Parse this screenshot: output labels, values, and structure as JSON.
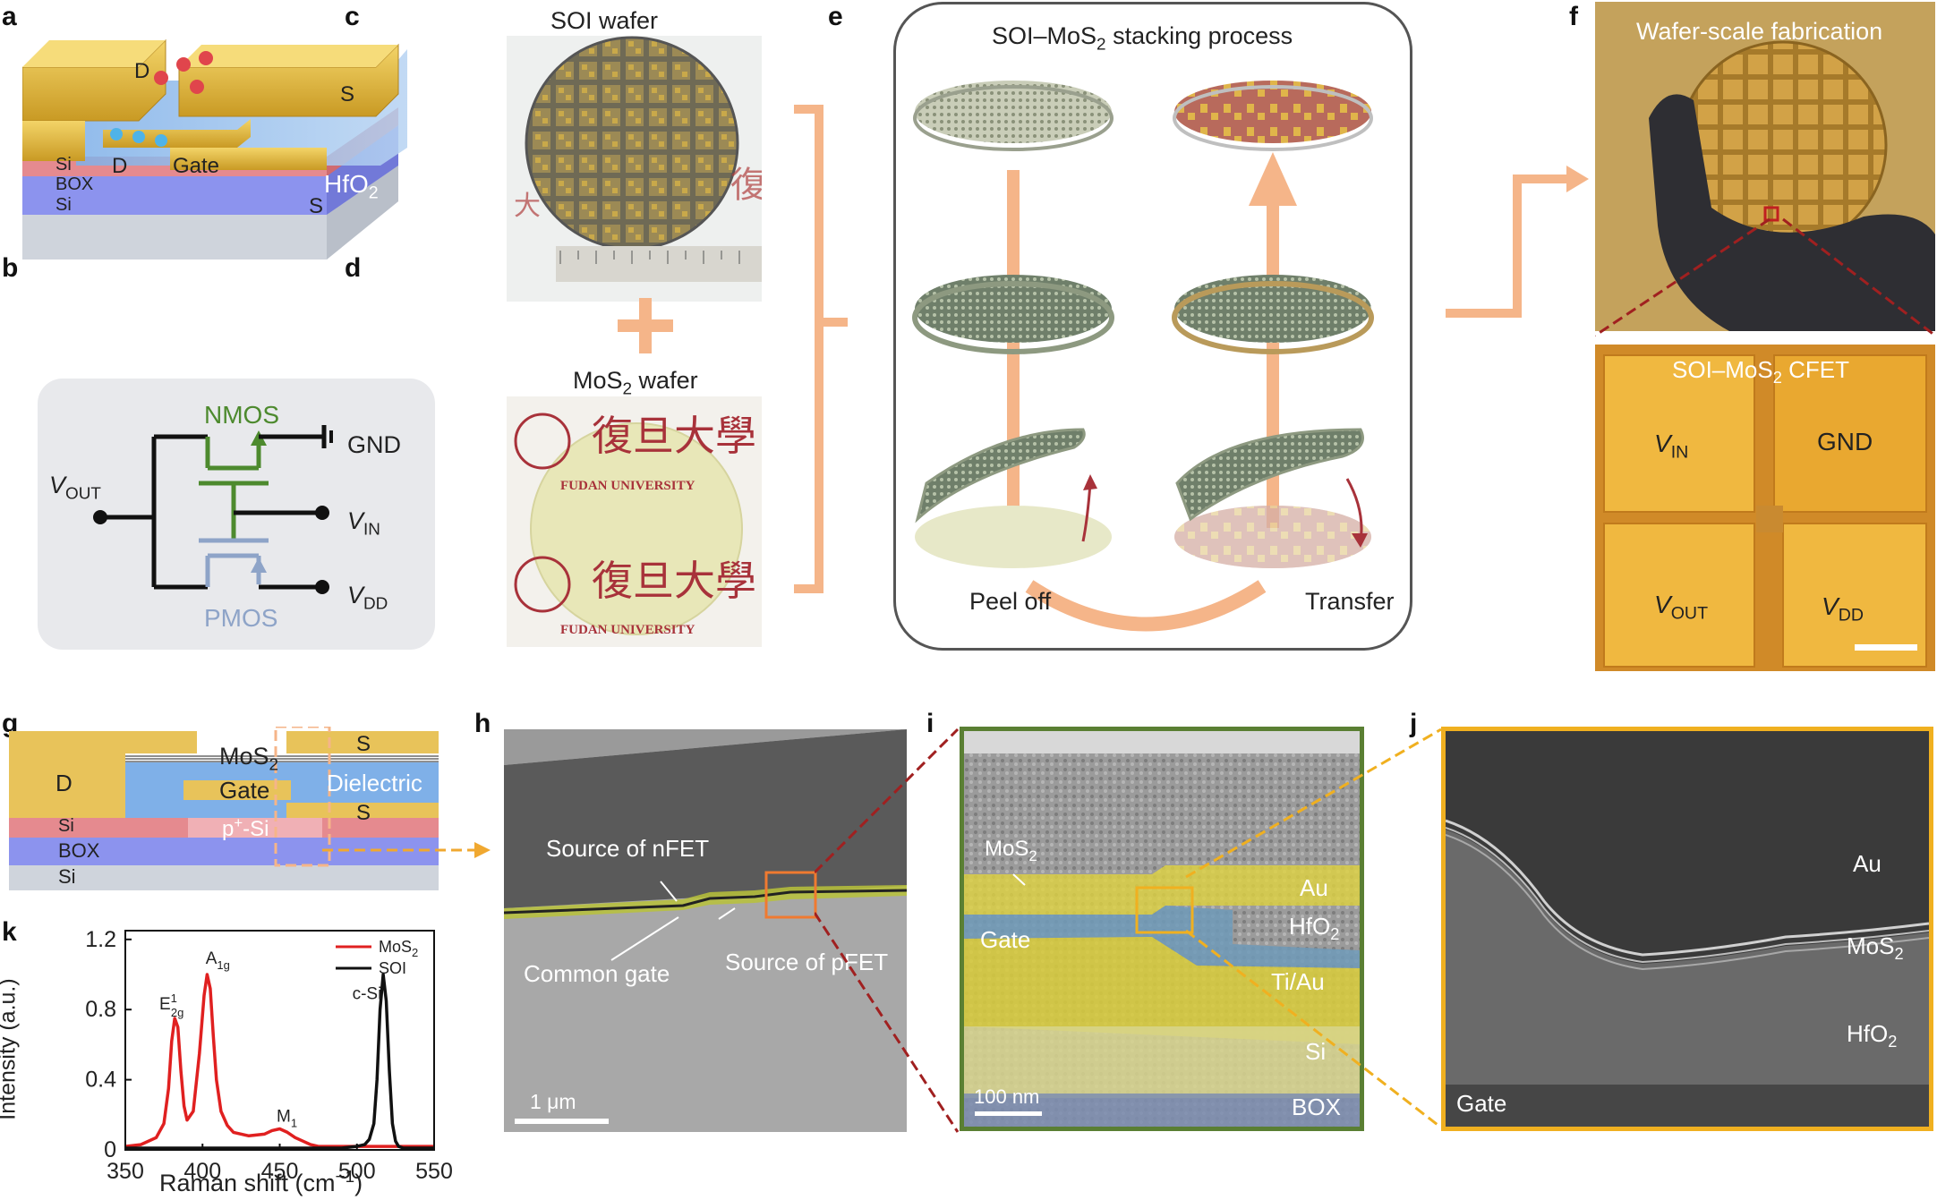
{
  "panels": {
    "a": "a",
    "b": "b",
    "c": "c",
    "d": "d",
    "e": "e",
    "f": "f",
    "g": "g",
    "h": "h",
    "i": "i",
    "j": "j",
    "k": "k"
  },
  "panel_a": {
    "labels": {
      "d_top": "D",
      "s_top": "S",
      "d_mid": "D",
      "gate": "Gate",
      "s_low": "S",
      "hfo2": "HfO",
      "hfo2_sub": "2",
      "si1": "Si",
      "box": "BOX",
      "si2": "Si"
    }
  },
  "panel_b": {
    "nmos": "NMOS",
    "pmos": "PMOS",
    "gnd": "GND",
    "vout": "V",
    "vout_sub": "OUT",
    "vin": "V",
    "vin_sub": "IN",
    "vdd": "V",
    "vdd_sub": "DD",
    "colors": {
      "nmos": "#4d8a2e",
      "pmos": "#8ea4c8"
    }
  },
  "panel_c": {
    "title": "SOI wafer"
  },
  "panel_d": {
    "title_main": "MoS",
    "title_sub": "2",
    "title_rest": " wafer",
    "stamp": "FUDAN UNIVERSITY"
  },
  "panel_e": {
    "title_main": "SOI–MoS",
    "title_sub": "2",
    "title_rest": " stacking process",
    "peel": "Peel off",
    "transfer": "Transfer"
  },
  "panel_f": {
    "title": "Wafer-scale fabrication",
    "device_main": "SOI–MoS",
    "device_sub": "2",
    "device_rest": " CFET",
    "vin": "V",
    "vin_sub": "IN",
    "gnd": "GND",
    "vout": "V",
    "vout_sub": "OUT",
    "vdd": "V",
    "vdd_sub": "DD"
  },
  "panel_g": {
    "d": "D",
    "s_top": "S",
    "mos2": "MoS",
    "mos2_sub": "2",
    "gate": "Gate",
    "dielectric": "Dielectric",
    "s_low": "S",
    "si": "Si",
    "psi": "p",
    "psi_sup": "+",
    "psi_rest": "-Si",
    "box": "BOX",
    "si2": "Si"
  },
  "panel_h": {
    "source_n": "Source of nFET",
    "common_gate": "Common gate",
    "source_p": "Source of pFET",
    "scale": "1 μm"
  },
  "panel_i": {
    "mos2": "MoS",
    "mos2_sub": "2",
    "au": "Au",
    "gate": "Gate",
    "hfo2": "HfO",
    "hfo2_sub": "2",
    "tiau": "Ti/Au",
    "si": "Si",
    "box": "BOX",
    "scale": "100 nm"
  },
  "panel_j": {
    "au": "Au",
    "mos2": "MoS",
    "mos2_sub": "2",
    "hfo2": "HfO",
    "hfo2_sub": "2",
    "gate": "Gate"
  },
  "chart_data": {
    "type": "line",
    "xlabel": "Raman shift (cm",
    "xlabel_sup": "−1",
    "xlabel_end": ")",
    "ylabel": "Intensity (a.u.)",
    "xlim": [
      350,
      550
    ],
    "ylim": [
      0,
      1.25
    ],
    "xticks": [
      350,
      400,
      450,
      500,
      550
    ],
    "yticks": [
      0,
      0.4,
      0.8,
      1.2
    ],
    "legend_position": "top-right",
    "series": [
      {
        "name": "MoS",
        "name_sub": "2",
        "color": "#e02020",
        "x": [
          350,
          360,
          370,
          375,
          378,
          380,
          382,
          384,
          386,
          388,
          390,
          394,
          398,
          401,
          403,
          405,
          407,
          409,
          412,
          416,
          420,
          430,
          440,
          445,
          450,
          455,
          460,
          465,
          470,
          475,
          480,
          490,
          500,
          510,
          515,
          518,
          520,
          525,
          530,
          540,
          550
        ],
        "y": [
          0.02,
          0.03,
          0.07,
          0.15,
          0.35,
          0.62,
          0.75,
          0.7,
          0.45,
          0.25,
          0.17,
          0.22,
          0.55,
          0.88,
          1.0,
          0.92,
          0.65,
          0.4,
          0.22,
          0.14,
          0.1,
          0.08,
          0.09,
          0.11,
          0.12,
          0.1,
          0.07,
          0.05,
          0.03,
          0.02,
          0.02,
          0.02,
          0.02,
          0.02,
          0.02,
          0.02,
          0.02,
          0.02,
          0.02,
          0.02,
          0.02
        ]
      },
      {
        "name": "SOI",
        "name_sub": "",
        "color": "#111111",
        "x": [
          350,
          400,
          450,
          490,
          500,
          505,
          508,
          511,
          513,
          515,
          517,
          519,
          521,
          523,
          525,
          527,
          530,
          535,
          540,
          550
        ],
        "y": [
          0.01,
          0.01,
          0.01,
          0.01,
          0.02,
          0.03,
          0.06,
          0.15,
          0.4,
          0.8,
          1.0,
          0.85,
          0.45,
          0.15,
          0.05,
          0.02,
          0.01,
          0.01,
          0.01,
          0.01
        ]
      }
    ],
    "annotations": [
      {
        "text": "E",
        "sup": "1",
        "sub": "2g",
        "x": 372,
        "y": 0.8
      },
      {
        "text": "A",
        "sup": "",
        "sub": "1g",
        "x": 402,
        "y": 1.06
      },
      {
        "text": "M",
        "sup": "",
        "sub": "1",
        "x": 448,
        "y": 0.16
      },
      {
        "text": "c-Si",
        "sup": "",
        "sub": "",
        "x": 497,
        "y": 0.86
      }
    ]
  }
}
